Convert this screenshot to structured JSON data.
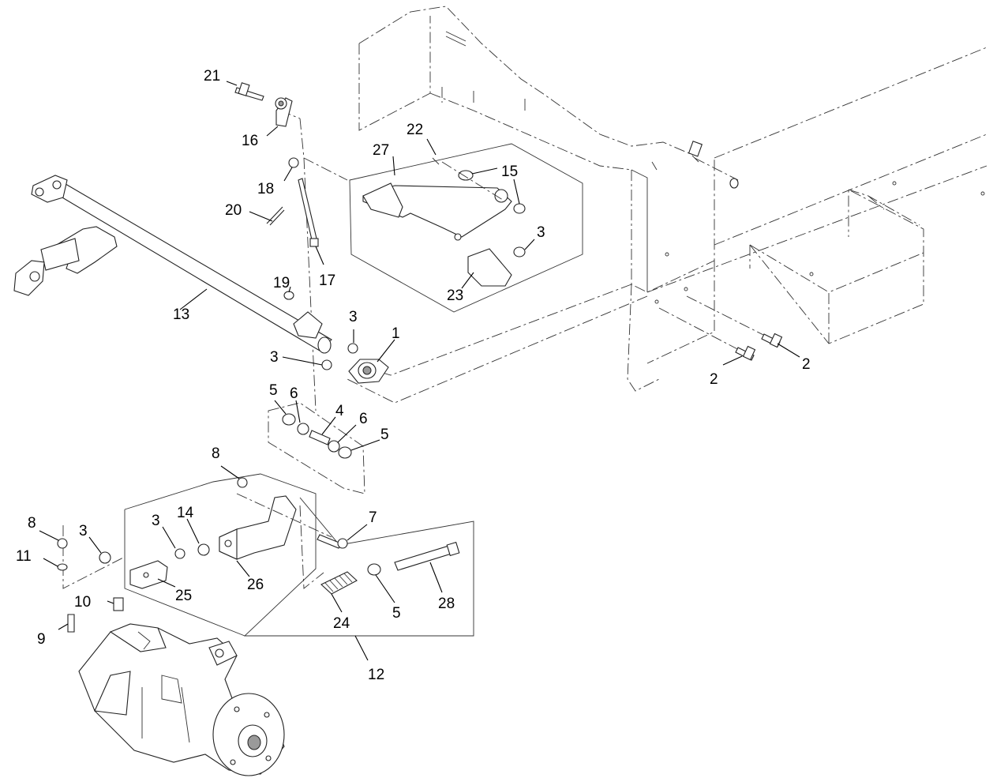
{
  "callouts": [
    {
      "id": "c1",
      "text": "1"
    },
    {
      "id": "c2a",
      "text": "2"
    },
    {
      "id": "c2b",
      "text": "2"
    },
    {
      "id": "c3a",
      "text": "3"
    },
    {
      "id": "c3b",
      "text": "3"
    },
    {
      "id": "c3c",
      "text": "3"
    },
    {
      "id": "c3d",
      "text": "3"
    },
    {
      "id": "c3e",
      "text": "3"
    },
    {
      "id": "c4",
      "text": "4"
    },
    {
      "id": "c5a",
      "text": "5"
    },
    {
      "id": "c5b",
      "text": "5"
    },
    {
      "id": "c5c",
      "text": "5"
    },
    {
      "id": "c6a",
      "text": "6"
    },
    {
      "id": "c6b",
      "text": "6"
    },
    {
      "id": "c7",
      "text": "7"
    },
    {
      "id": "c8a",
      "text": "8"
    },
    {
      "id": "c8b",
      "text": "8"
    },
    {
      "id": "c9",
      "text": "9"
    },
    {
      "id": "c10",
      "text": "10"
    },
    {
      "id": "c11",
      "text": "11"
    },
    {
      "id": "c12",
      "text": "12"
    },
    {
      "id": "c13",
      "text": "13"
    },
    {
      "id": "c14",
      "text": "14"
    },
    {
      "id": "c15",
      "text": "15"
    },
    {
      "id": "c16",
      "text": "16"
    },
    {
      "id": "c17",
      "text": "17"
    },
    {
      "id": "c18",
      "text": "18"
    },
    {
      "id": "c19",
      "text": "19"
    },
    {
      "id": "c20",
      "text": "20"
    },
    {
      "id": "c21",
      "text": "21"
    },
    {
      "id": "c22",
      "text": "22"
    },
    {
      "id": "c23",
      "text": "23"
    },
    {
      "id": "c24",
      "text": "24"
    },
    {
      "id": "c25",
      "text": "25"
    },
    {
      "id": "c26",
      "text": "26"
    },
    {
      "id": "c27",
      "text": "27"
    },
    {
      "id": "c28",
      "text": "28"
    }
  ]
}
